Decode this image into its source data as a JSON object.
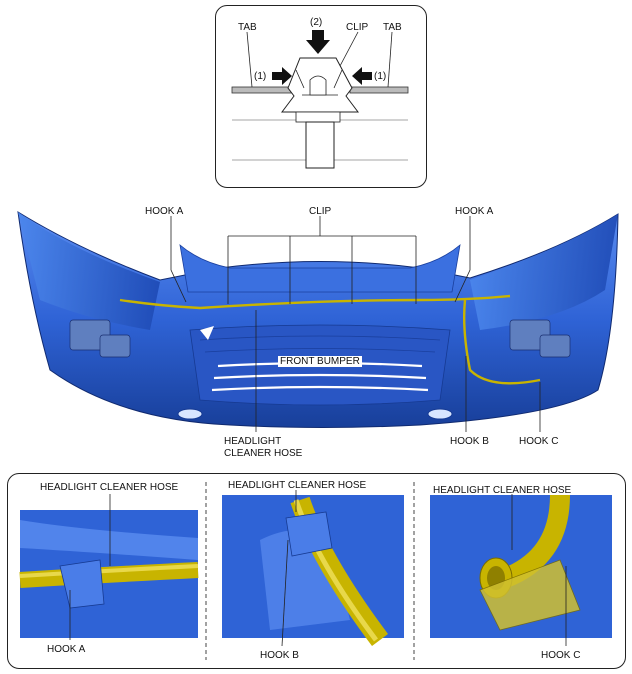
{
  "detail_top": {
    "tab_left": "TAB",
    "tab_right": "TAB",
    "clip": "CLIP",
    "arrow_1_left": "(1)",
    "arrow_1_right": "(1)",
    "arrow_2": "(2)"
  },
  "main": {
    "hook_a_left": "HOOK A",
    "hook_a_right": "HOOK A",
    "clip": "CLIP",
    "front_bumper": "FRONT BUMPER",
    "hose_line1": "HEADLIGHT",
    "hose_line2": "CLEANER HOSE",
    "hook_b": "HOOK B",
    "hook_c": "HOOK C"
  },
  "bottom_panels": [
    {
      "hose": "HEADLIGHT CLEANER HOSE",
      "hook": "HOOK A"
    },
    {
      "hose": "HEADLIGHT CLEANER HOSE",
      "hook": "HOOK B"
    },
    {
      "hose": "HEADLIGHT CLEANER HOSE",
      "hook": "HOOK C"
    }
  ],
  "colors": {
    "bumper_blue": "#2f63d6",
    "bumper_dark": "#1a3f9e",
    "hose_yellow": "#c8b400",
    "panel_bg": "#3a72dc"
  }
}
